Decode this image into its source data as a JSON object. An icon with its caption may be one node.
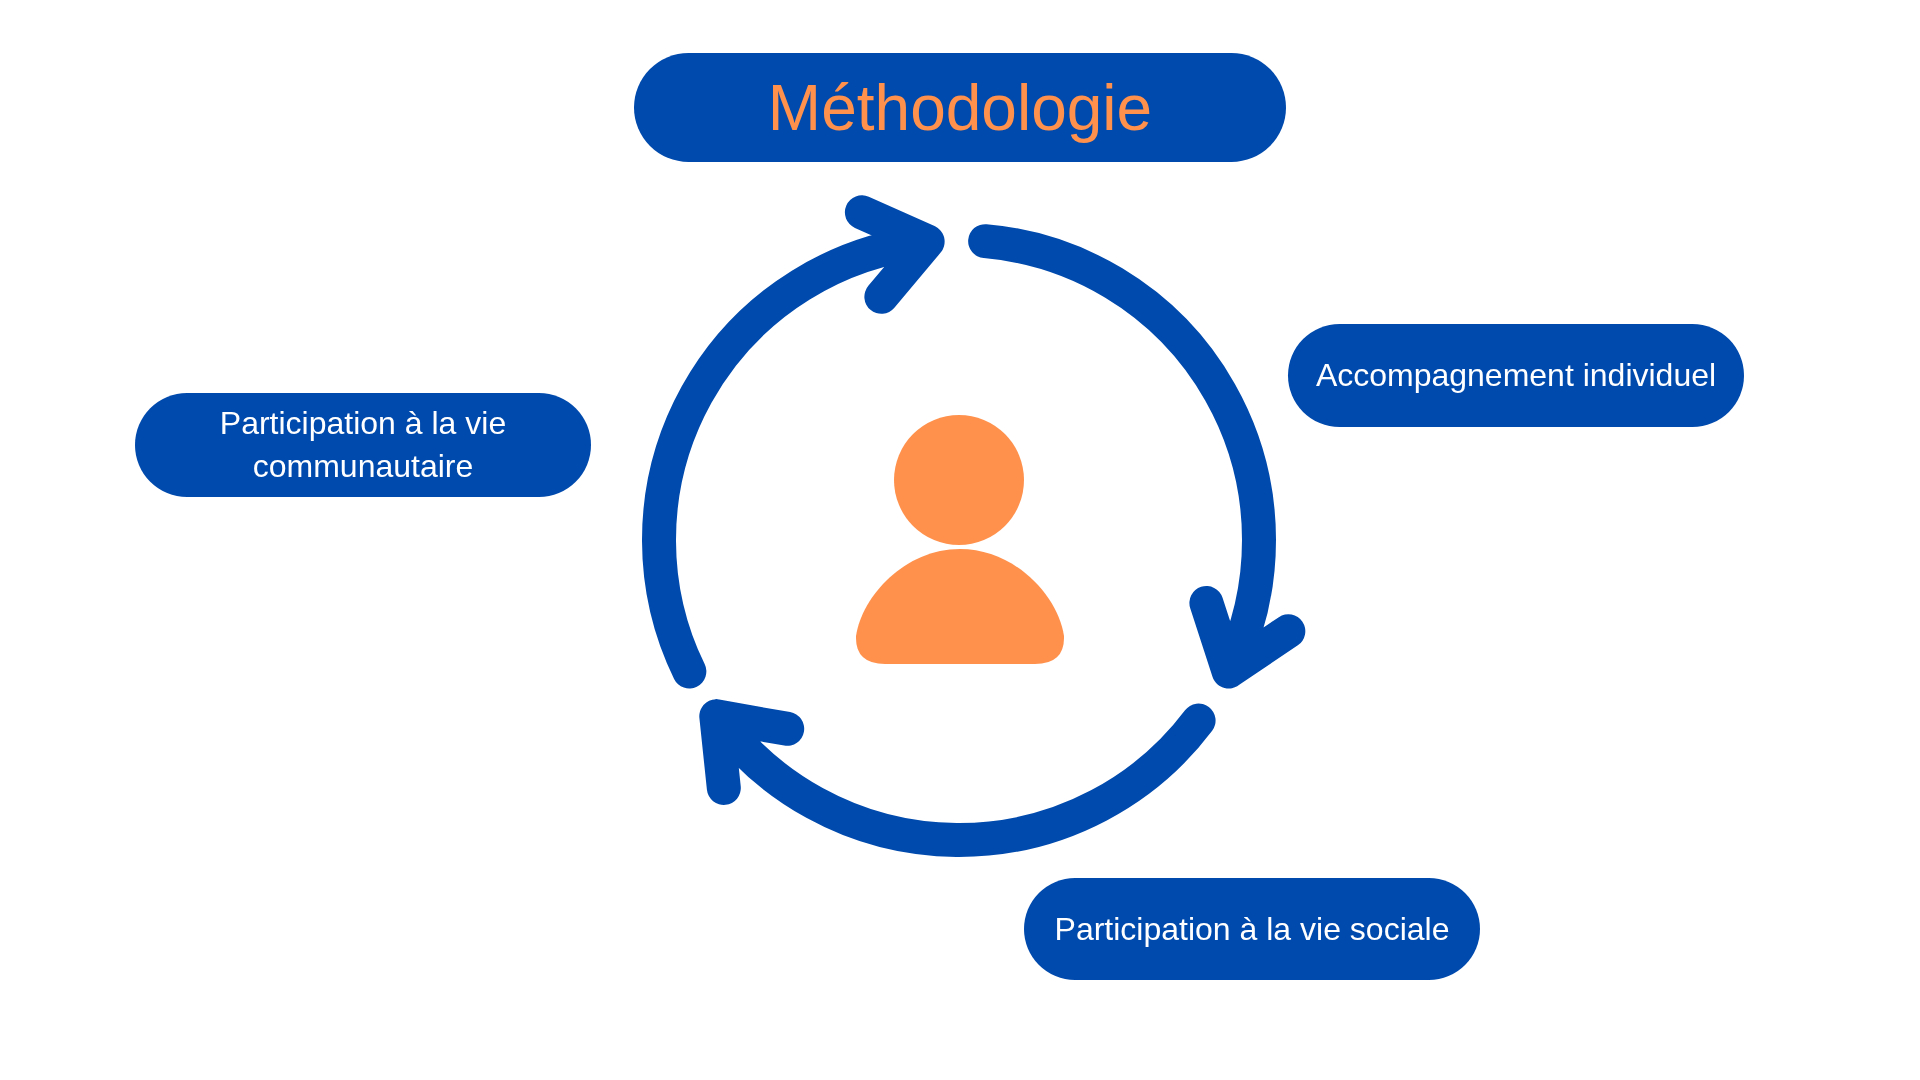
{
  "diagram": {
    "nodes": [
      {
        "text": [
          "Méthodologie"
        ]
      },
      {
        "text": [
          "Accompagnement individuel"
        ]
      },
      {
        "text": [
          "Participation à la vie communautaire"
        ]
      },
      {
        "text": [
          "Participation à la vie sociale"
        ]
      }
    ]
  }
}
